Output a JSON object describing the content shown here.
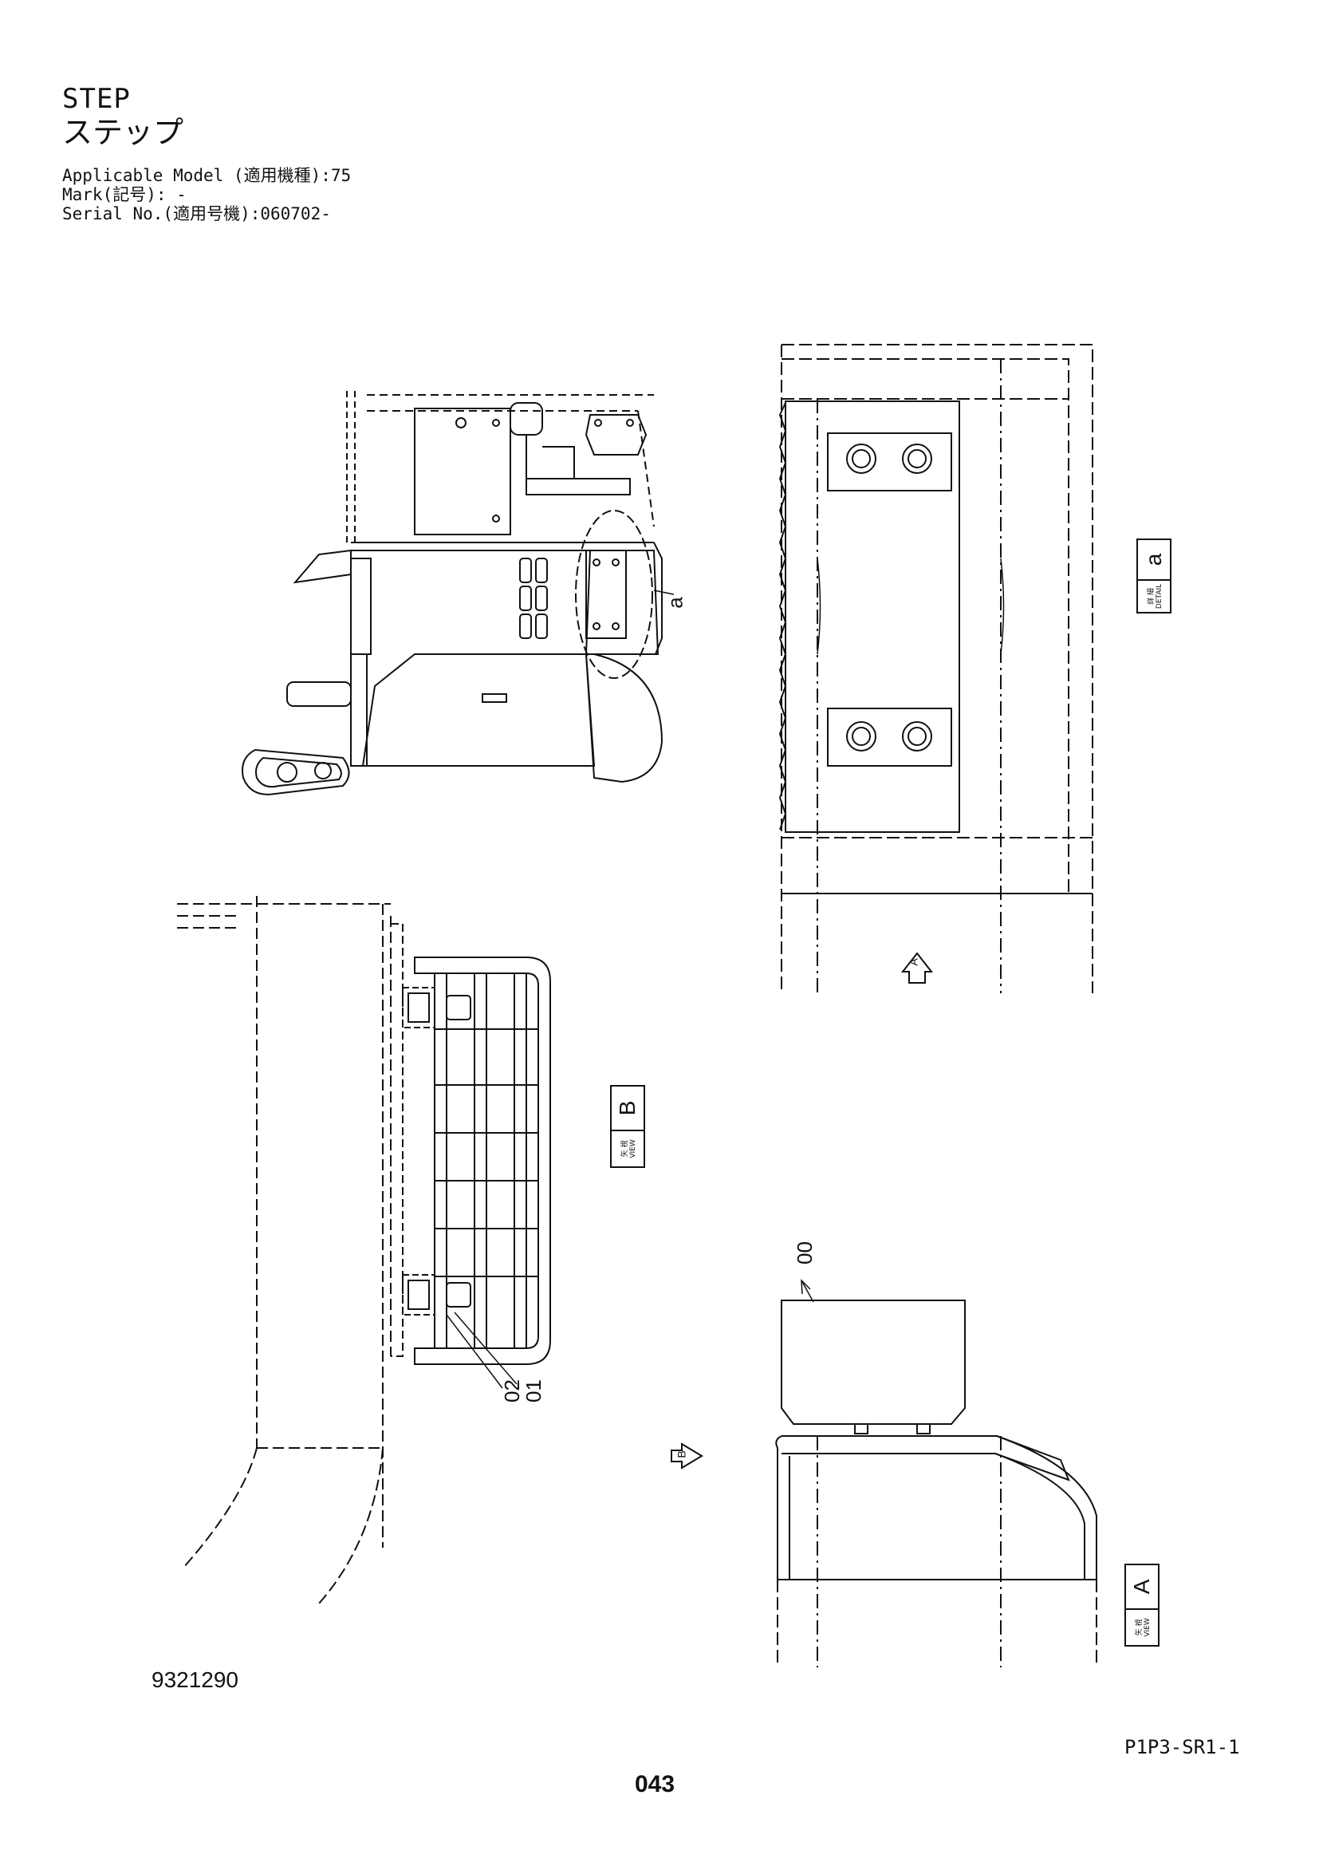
{
  "header": {
    "title_en": "STEP",
    "title_jp": "ステップ",
    "applicable_model": "Applicable Model (適用機種):75",
    "mark": "Mark(記号): -",
    "serial_no": "Serial No.(適用号機):060702-"
  },
  "labels": {
    "detail_letter": "a",
    "detail_jp": "詳 細",
    "detail_en": "DETAIL",
    "view_b_letter": "B",
    "view_a_letter": "A",
    "view_jp": "矢 視",
    "view_en": "VIEW",
    "callout_a": "a",
    "part_00": "00",
    "part_01": "01",
    "part_02": "02",
    "arrow_a": "A",
    "arrow_b": "B"
  },
  "footer": {
    "drawing_number": "9321290",
    "sheet_code": "P1P3-SR1-1",
    "page_number": "043"
  }
}
